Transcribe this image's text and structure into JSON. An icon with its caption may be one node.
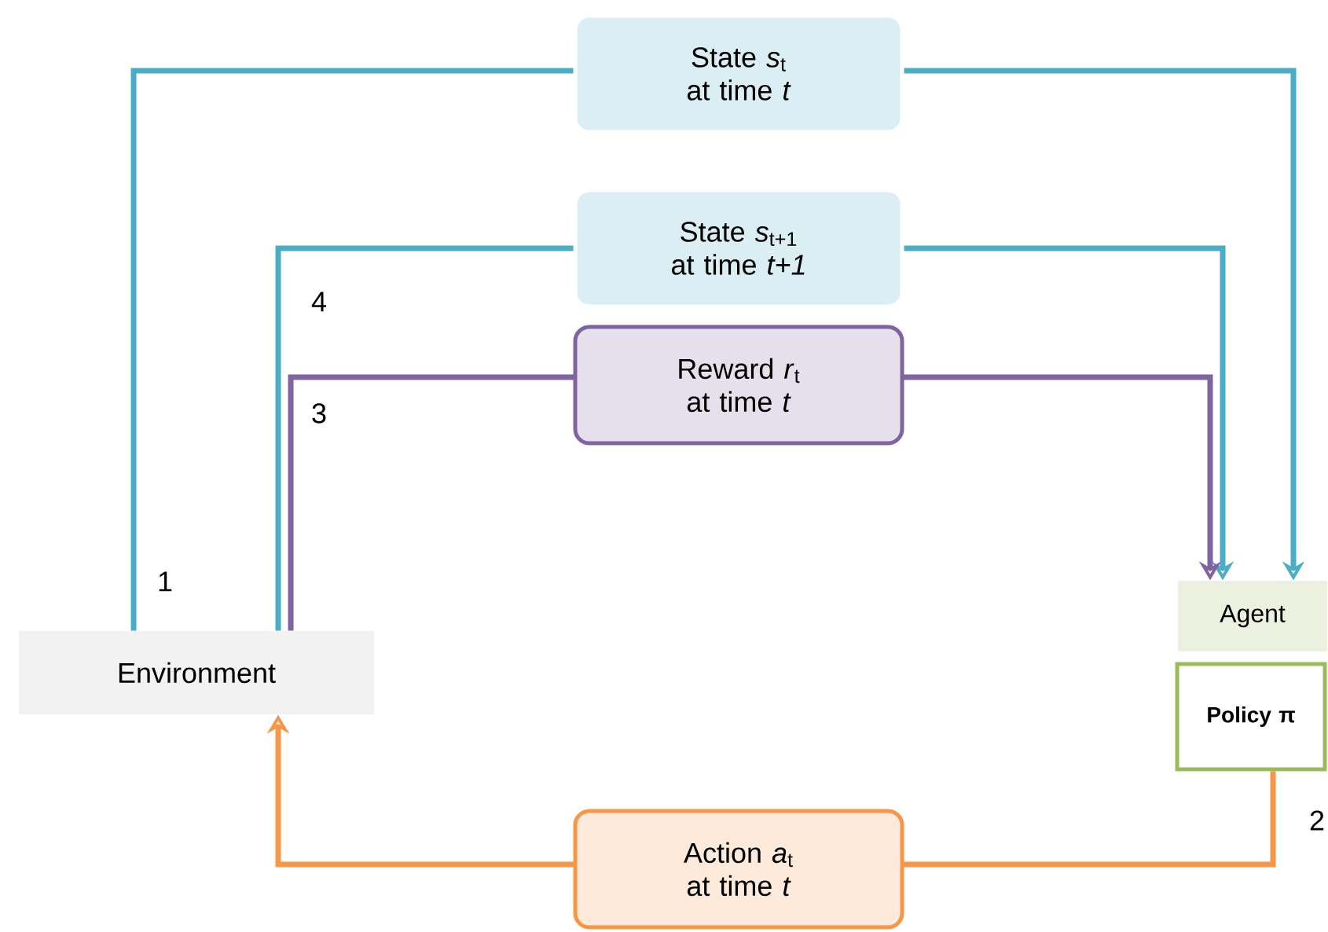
{
  "diagram": {
    "nodes": [
      {
        "text": [
          "Environment"
        ]
      },
      {
        "text": [
          "Agent"
        ]
      },
      {
        "text": [
          "Policy π"
        ]
      }
    ],
    "edges": [
      {
        "from": 0,
        "to": 1,
        "arrow": "to",
        "label": "State *s*$_{t}$ at time *t*"
      },
      {
        "from": 0,
        "to": 1,
        "arrow": "to",
        "label": "State *s*$_{t+1}$ at time *t+1*"
      },
      {
        "from": 0,
        "to": 1,
        "arrow": "to",
        "label": "Reward *r*$_{t}$ at time *t*",
        "color": "#8064a2"
      },
      {
        "from": 2,
        "to": 0,
        "arrow": "to",
        "label": "Action *a*$_{t}$ at time *t*",
        "color": "#f79646"
      }
    ],
    "labels": [
      "4",
      "3",
      "1",
      "2"
    ]
  }
}
